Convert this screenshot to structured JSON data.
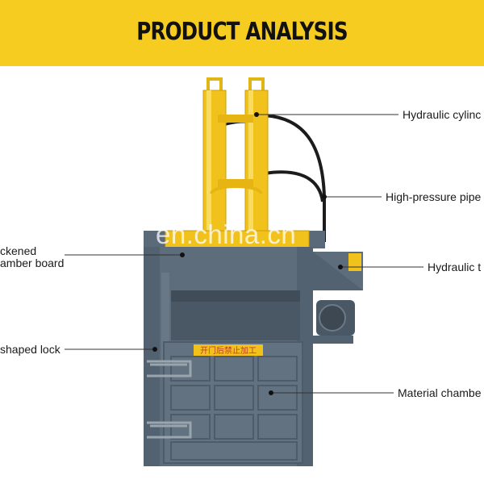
{
  "header": {
    "title": "PRODUCT ANALYSIS",
    "background_color": "#f5cc1f"
  },
  "labels": {
    "hydraulic_cylinder": "Hydraulic cylinc",
    "high_pressure_pipe": "High-pressure pipe",
    "hydraulic_tank": "Hydraulic t",
    "thickened_board_line1": "ckened",
    "thickened_board_line2": "amber board",
    "lock": "shaped lock",
    "material_chamber": "Material chambe"
  },
  "machine": {
    "warning_sign": "开门后禁止加工",
    "body_color": "#5a6a78",
    "cylinder_color": "#f2c21c"
  },
  "watermark": "en.china.cn"
}
